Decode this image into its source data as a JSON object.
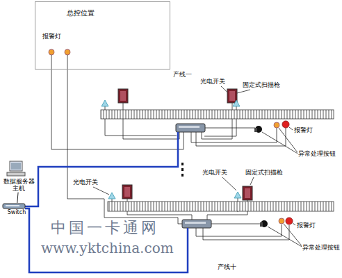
{
  "diagram": {
    "nodes": [
      {
        "text": [
          "总控位置",
          "报警灯"
        ]
      },
      {
        "text": [
          "数据服务器主机"
        ]
      },
      {
        "text": [
          "Switch"
        ]
      }
    ],
    "edges": [
      {
        "from": 1,
        "to": 2,
        "arrow": "none"
      }
    ],
    "labels": [
      "产线一",
      "光电开关",
      "固定式扫描枪",
      "报警灯",
      "异常处理按钮",
      "光电开关",
      "固定式扫描枪",
      "光电开关",
      "报警灯",
      "异常处理按钮",
      "产线十",
      "中国一卡通网",
      "www.yktchina.com"
    ]
  }
}
